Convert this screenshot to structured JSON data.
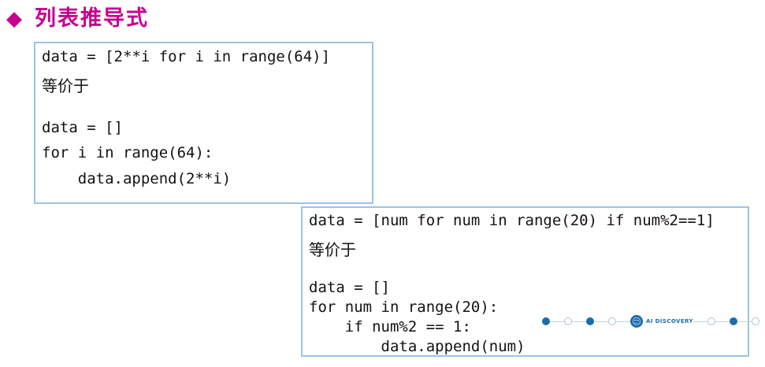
{
  "title": {
    "bullet": "◆",
    "text": "列表推导式"
  },
  "colors": {
    "title_magenta": "#C7008F",
    "box_border_blue": "#9CC3E6",
    "brand_blue": "#1A6CAD",
    "code_text": "#121212"
  },
  "box1": {
    "lines": [
      "data = [2**i for i in range(64)]",
      "等价于",
      "data = []",
      "for i in range(64):",
      "    data.append(2**i)"
    ]
  },
  "box2": {
    "lines": [
      "data = [num for num in range(20) if num%2==1]",
      "等价于",
      "data = []",
      "for num in range(20):",
      "    if num%2 == 1:",
      "        data.append(num)"
    ]
  },
  "watermark": {
    "brand": "AI DISCOVERY",
    "pattern": [
      "dot-filled",
      "dot-open",
      "dot-filled",
      "dot-open",
      "logo",
      "dot-open",
      "dot-filled",
      "dot-open"
    ]
  }
}
